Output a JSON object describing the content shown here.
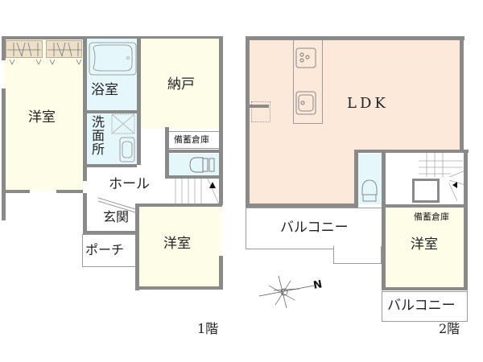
{
  "floor1": {
    "label": "1階",
    "rooms": {
      "western_room_large": "洋室",
      "bathroom": "浴室",
      "washroom": "洗面所",
      "storage_room": "納戸",
      "reserve_storage": "備蓄倉庫",
      "hall": "ホール",
      "entrance": "玄関",
      "porch": "ポーチ",
      "western_room_small": "洋室"
    }
  },
  "floor2": {
    "label": "2階",
    "rooms": {
      "ldk": "LDK",
      "balcony_large": "バルコニー",
      "reserve_storage": "備蓄倉庫",
      "western_room": "洋室",
      "balcony_small": "バルコニー"
    }
  },
  "compass": {
    "north_label": "N"
  },
  "colors": {
    "wall": "#8a8a8a",
    "western_room_fill": "#fdfde8",
    "wet_area_fill": "#e6f7fb",
    "ldk_fill": "#fde9da",
    "closet_fill": "#ece0c8",
    "corridor_fill": "#ffffff"
  }
}
